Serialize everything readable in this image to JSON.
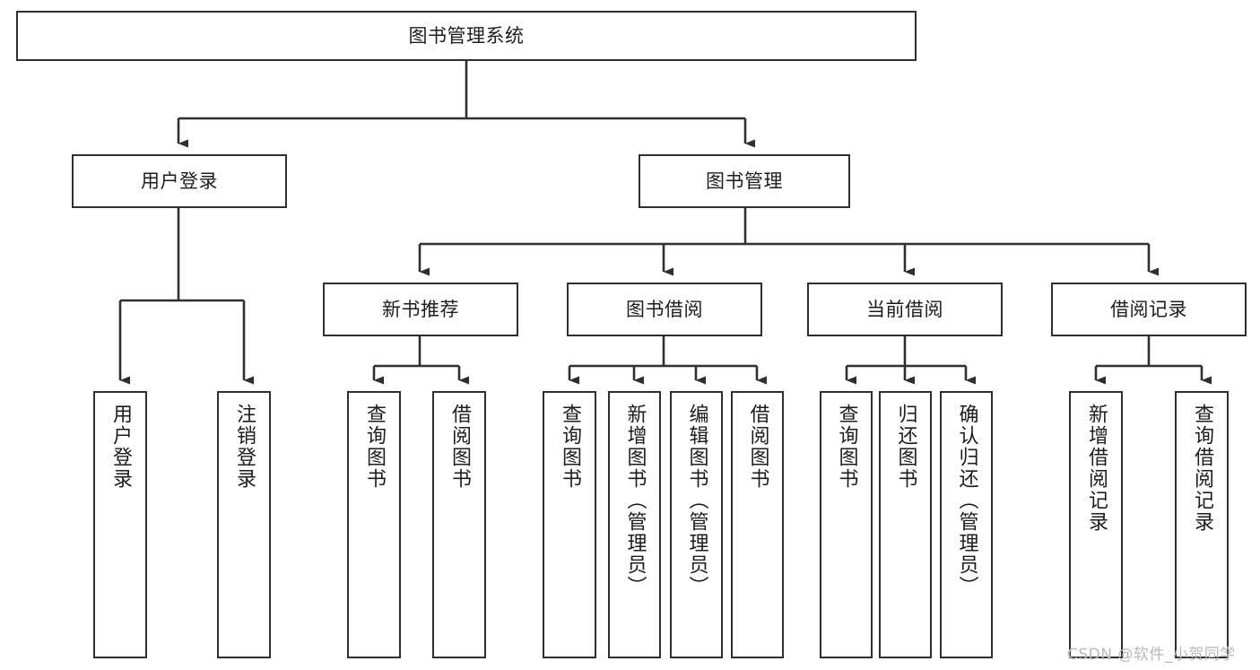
{
  "diagram": {
    "type": "tree",
    "title": "图书管理系统",
    "root": {
      "label": "图书管理系统"
    },
    "level1": [
      {
        "label": "用户登录"
      },
      {
        "label": "图书管理"
      }
    ],
    "level2": [
      {
        "label": "新书推荐"
      },
      {
        "label": "图书借阅"
      },
      {
        "label": "当前借阅"
      },
      {
        "label": "借阅记录"
      }
    ],
    "leaves": {
      "user_login": [
        {
          "label": "用户登录"
        },
        {
          "label": "注销登录"
        }
      ],
      "new_book_recommend": [
        {
          "label": "查询图书"
        },
        {
          "label": "借阅图书"
        }
      ],
      "book_borrow": [
        {
          "label": "查询图书"
        },
        {
          "label": "新增图书（管理员）"
        },
        {
          "label": "编辑图书（管理员）"
        },
        {
          "label": "借阅图书"
        }
      ],
      "current_borrow": [
        {
          "label": "查询图书"
        },
        {
          "label": "归还图书"
        },
        {
          "label": "确认归还（管理员）"
        }
      ],
      "borrow_record": [
        {
          "label": "新增借阅记录"
        },
        {
          "label": "查询借阅记录"
        }
      ]
    }
  },
  "watermark": {
    "text": "CSDN @软件_小贺同学"
  },
  "colors": {
    "stroke": "#2f2f2f",
    "text": "#1d1d1d",
    "background": "#ffffff",
    "watermark": "#b9b9b9"
  }
}
